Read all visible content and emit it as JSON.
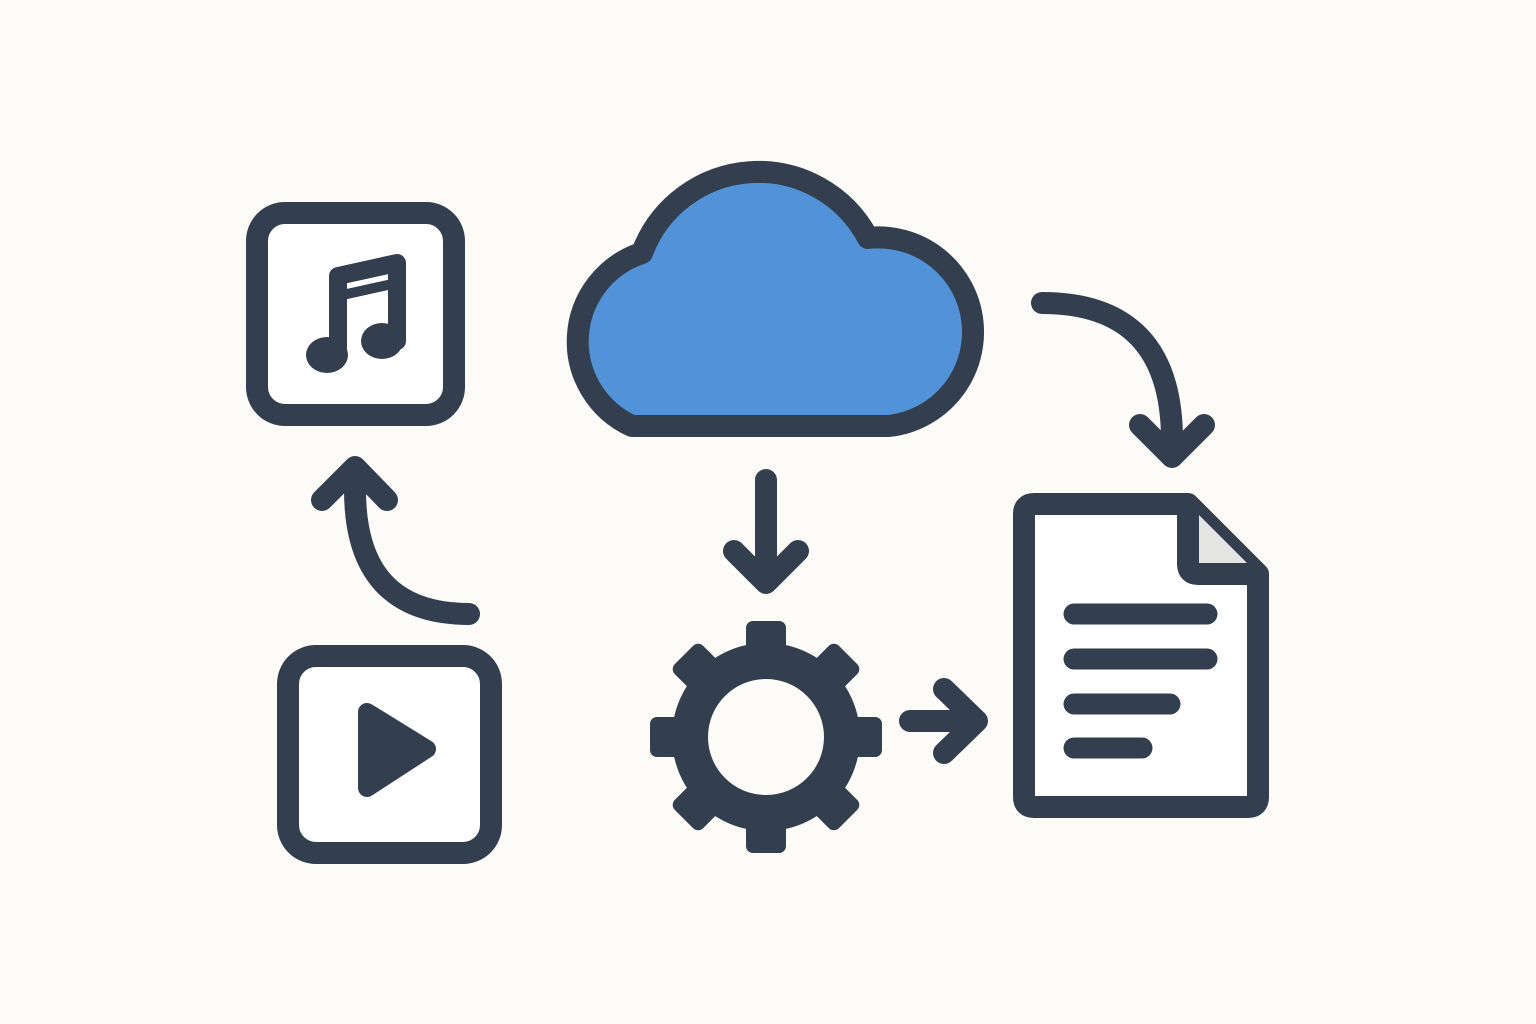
{
  "colors": {
    "background": "#fcfbf7",
    "stroke": "#333f4f",
    "cloud_fill": "#5292d8",
    "icon_fill": "#ffffff",
    "page_fold_fill": "#e4e4e2"
  },
  "nodes": [
    {
      "id": "cloud",
      "icon": "cloud-icon"
    },
    {
      "id": "music",
      "icon": "music-note-icon"
    },
    {
      "id": "video",
      "icon": "play-icon"
    },
    {
      "id": "processing",
      "icon": "gear-icon"
    },
    {
      "id": "document",
      "icon": "document-icon"
    }
  ],
  "edges": [
    {
      "from": "video",
      "to": "music",
      "style": "curved"
    },
    {
      "from": "cloud",
      "to": "processing",
      "style": "straight"
    },
    {
      "from": "processing",
      "to": "document",
      "style": "straight"
    },
    {
      "from": "cloud",
      "to": "document",
      "style": "curved"
    }
  ]
}
